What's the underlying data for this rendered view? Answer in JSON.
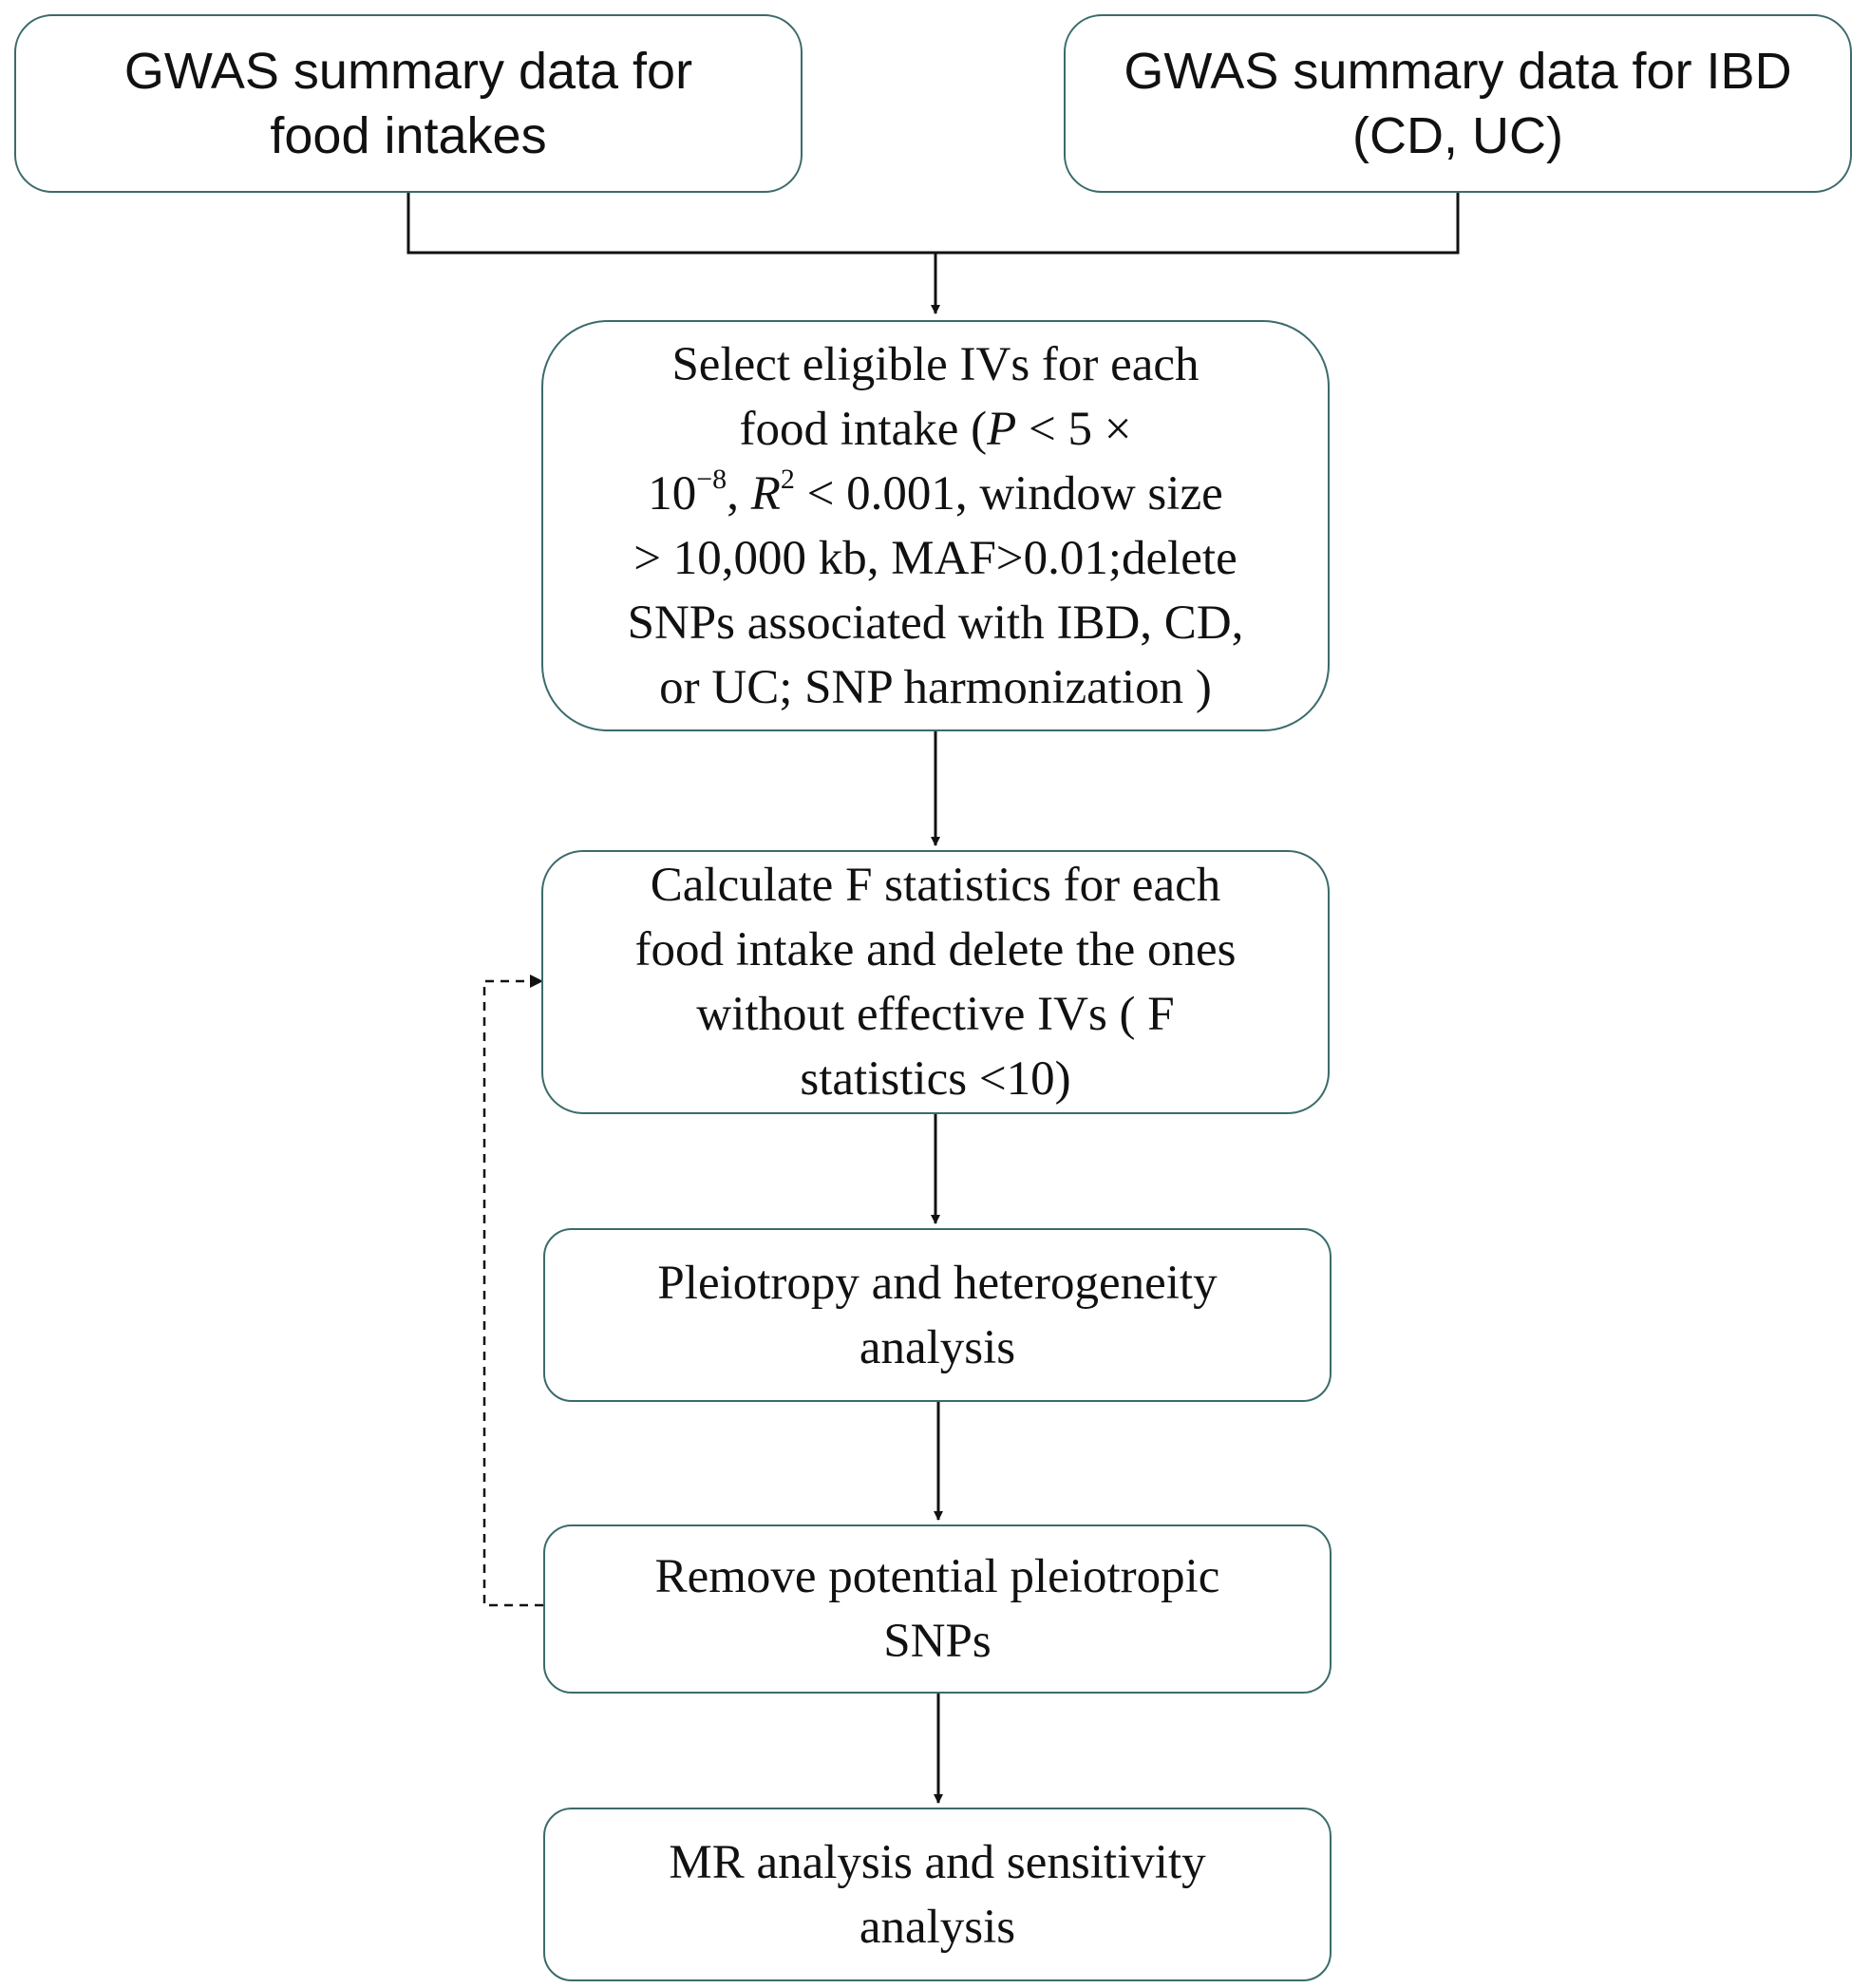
{
  "nodes": {
    "food_gwas": {
      "line1": "GWAS summary data for",
      "line2": "food intakes"
    },
    "ibd_gwas": {
      "line1": "GWAS summary data for IBD",
      "line2": "(CD, UC)"
    },
    "select_ivs": {
      "line1": "Select eligible  IVs for each",
      "line2_pre": "food intake (",
      "line2_p": "P",
      "line2_post": " < 5  ×",
      "line3_base": "10",
      "line3_exp": "−8",
      "line3_mid": ",  ",
      "line3_r": "R",
      "line3_r_exp": "2",
      "line3_post": " < 0.001, window size",
      "line4": "> 10,000  kb, MAF>0.01;delete",
      "line5": "SNPs associated with  IBD, CD,",
      "line6": "or UC; SNP harmonization   )"
    },
    "f_stats": {
      "line1": "Calculate  F statistics for each",
      "line2": "food intake and delete the ones",
      "line3": "without  effective IVs ( F",
      "line4": "statistics <10)"
    },
    "pleiotropy": {
      "line1": "Pleiotropy and heterogeneity",
      "line2": "analysis"
    },
    "remove_snps": {
      "line1": "Remove potential  pleiotropic",
      "line2": "SNPs"
    },
    "mr_analysis": {
      "line1": "MR analysis  and sensitivity",
      "line2": "analysis"
    }
  },
  "colors": {
    "border": "#3b6b6b",
    "arrow": "#111111"
  }
}
